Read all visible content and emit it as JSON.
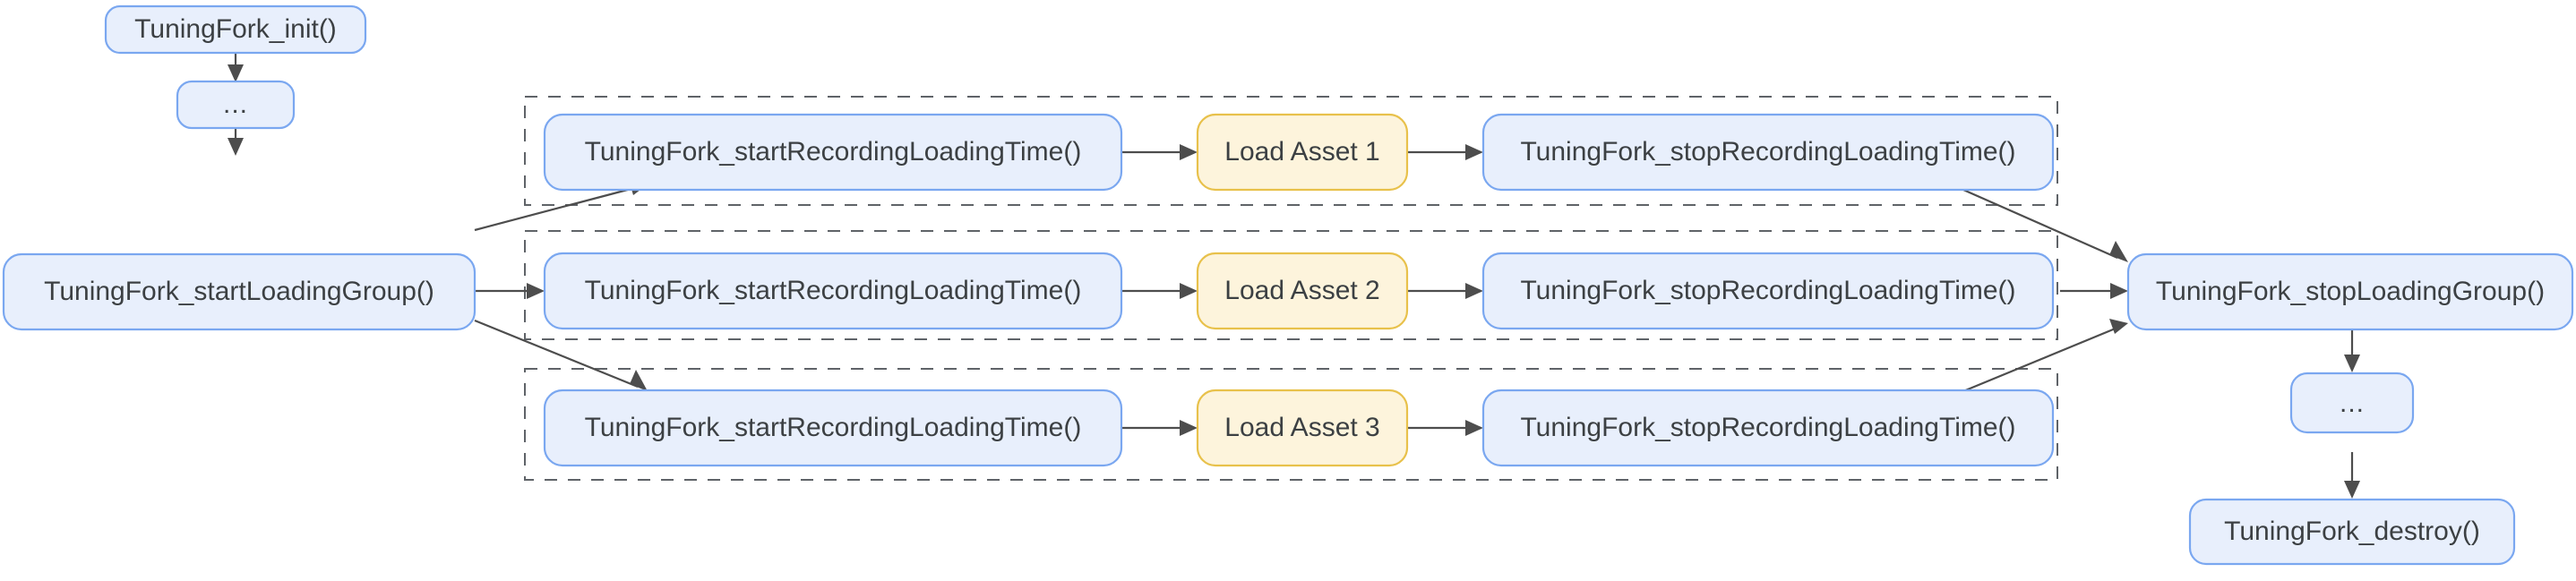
{
  "diagram": {
    "title": "TuningFork loading-time instrumentation flow",
    "colors": {
      "node_fill_blue": "#e8effc",
      "node_stroke_blue": "#7aa7f0",
      "node_fill_yellow": "#fdf4dc",
      "node_stroke_yellow": "#e8c14b",
      "text": "#3c4043",
      "edge": "#4d4d4d",
      "cluster_stroke": "#5f6368",
      "background": "#ffffff"
    },
    "nodes": {
      "init": "TuningFork_init()",
      "ellipsis_top": "...",
      "start_loading_group": "TuningFork_startLoadingGroup()",
      "start_recording_1": "TuningFork_startRecordingLoadingTime()",
      "load_asset_1": "Load Asset 1",
      "stop_recording_1": "TuningFork_stopRecordingLoadingTime()",
      "start_recording_2": "TuningFork_startRecordingLoadingTime()",
      "load_asset_2": "Load Asset 2",
      "stop_recording_2": "TuningFork_stopRecordingLoadingTime()",
      "start_recording_3": "TuningFork_startRecordingLoadingTime()",
      "load_asset_3": "Load Asset 3",
      "stop_recording_3": "TuningFork_stopRecordingLoadingTime()",
      "stop_loading_group": "TuningFork_stopLoadingGroup()",
      "ellipsis_bottom": "...",
      "destroy": "TuningFork_destroy()"
    },
    "clusters": [
      {
        "name": "asset-group-1",
        "label": ""
      },
      {
        "name": "asset-group-2",
        "label": ""
      },
      {
        "name": "asset-group-3",
        "label": ""
      }
    ],
    "edges": [
      {
        "from": "init",
        "to": "ellipsis_top",
        "label": ""
      },
      {
        "from": "ellipsis_top",
        "to": "start_loading_group",
        "label": ""
      },
      {
        "from": "start_loading_group",
        "to": "start_recording_1",
        "label": ""
      },
      {
        "from": "start_loading_group",
        "to": "start_recording_2",
        "label": ""
      },
      {
        "from": "start_loading_group",
        "to": "start_recording_3",
        "label": ""
      },
      {
        "from": "start_recording_1",
        "to": "load_asset_1",
        "label": ""
      },
      {
        "from": "load_asset_1",
        "to": "stop_recording_1",
        "label": ""
      },
      {
        "from": "start_recording_2",
        "to": "load_asset_2",
        "label": ""
      },
      {
        "from": "load_asset_2",
        "to": "stop_recording_2",
        "label": ""
      },
      {
        "from": "start_recording_3",
        "to": "load_asset_3",
        "label": ""
      },
      {
        "from": "load_asset_3",
        "to": "stop_recording_3",
        "label": ""
      },
      {
        "from": "stop_recording_1",
        "to": "stop_loading_group",
        "label": ""
      },
      {
        "from": "stop_recording_2",
        "to": "stop_loading_group",
        "label": ""
      },
      {
        "from": "stop_recording_3",
        "to": "stop_loading_group",
        "label": ""
      },
      {
        "from": "stop_loading_group",
        "to": "ellipsis_bottom",
        "label": ""
      },
      {
        "from": "ellipsis_bottom",
        "to": "destroy",
        "label": ""
      }
    ]
  }
}
